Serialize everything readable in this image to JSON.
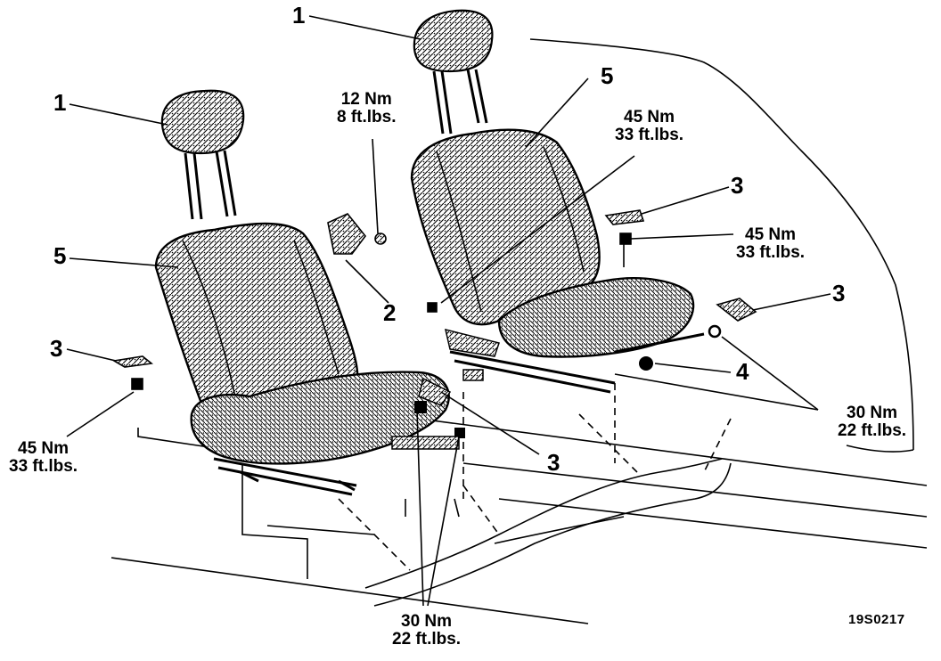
{
  "callouts": {
    "headrest_right": "1",
    "headrest_left": "1",
    "seat_right": "5",
    "seat_left": "5",
    "recliner": "2",
    "cover_top_right": "3",
    "cover_right_outer": "3",
    "cover_left": "3",
    "cover_center": "3",
    "nut_right": "4"
  },
  "torques": {
    "bracket_bolt": {
      "nm": "12 Nm",
      "ftlbs": "8 ft.lbs."
    },
    "right_inner_bolt": {
      "nm": "45 Nm",
      "ftlbs": "33 ft.lbs."
    },
    "right_outer_bolt": {
      "nm": "45 Nm",
      "ftlbs": "33 ft.lbs."
    },
    "left_outer_bolt": {
      "nm": "45 Nm",
      "ftlbs": "33 ft.lbs."
    },
    "right_rear_nuts": {
      "nm": "30 Nm",
      "ftlbs": "22 ft.lbs."
    },
    "center_nuts": {
      "nm": "30 Nm",
      "ftlbs": "22 ft.lbs."
    }
  },
  "figure_code": "19S0217"
}
